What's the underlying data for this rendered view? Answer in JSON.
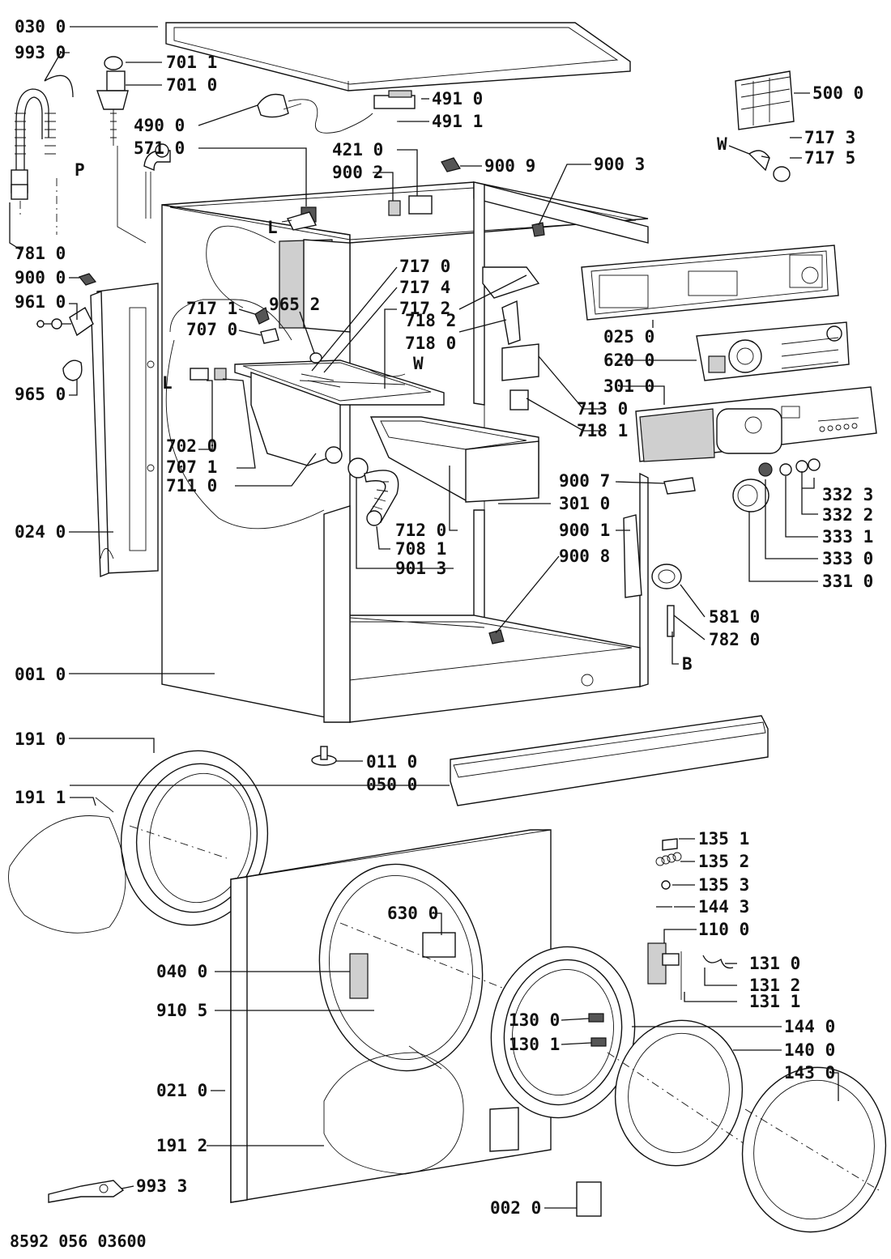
{
  "document_code": "8592 056 03600",
  "part_labels": {
    "p030_0": "030 0",
    "p993_0": "993 0",
    "p701_1": "701 1",
    "p701_0": "701 0",
    "p491_0": "491 0",
    "p491_1": "491 1",
    "p490_0": "490 0",
    "p571_0": "571 0",
    "p421_0": "421 0",
    "p900_2": "900 2",
    "p900_9": "900 9",
    "p900_3": "900 3",
    "p500_0": "500 0",
    "p717_3": "717 3",
    "p717_5": "717 5",
    "p781_0": "781 0",
    "p900_0": "900 0",
    "p961_0": "961 0",
    "p965_0": "965 0",
    "p717_1": "717 1",
    "p707_0": "707 0",
    "p965_2": "965 2",
    "p717_0": "717 0",
    "p717_4": "717 4",
    "p717_2": "717 2",
    "p718_2": "718 2",
    "p718_0": "718 0",
    "p025_0": "025 0",
    "p620_0": "620 0",
    "p301_0a": "301 0",
    "p713_0": "713 0",
    "p718_1": "718 1",
    "p702_0": "702 0",
    "p707_1": "707 1",
    "p711_0": "711 0",
    "p900_7": "900 7",
    "p301_0b": "301 0",
    "p332_3": "332 3",
    "p332_2": "332 2",
    "p712_0": "712 0",
    "p333_1": "333 1",
    "p024_0": "024 0",
    "p708_1": "708 1",
    "p900_1": "900 1",
    "p333_0": "333 0",
    "p901_3": "901 3",
    "p900_8": "900 8",
    "p331_0": "331 0",
    "p581_0": "581 0",
    "p782_0": "782 0",
    "p001_0": "001 0",
    "p191_0": "191 0",
    "p011_0": "011 0",
    "p050_0": "050 0",
    "p191_1": "191 1",
    "p135_1": "135 1",
    "p135_2": "135 2",
    "p135_3": "135 3",
    "p144_3": "144 3",
    "p630_0": "630 0",
    "p110_0": "110 0",
    "p040_0": "040 0",
    "p131_0": "131 0",
    "p131_2": "131 2",
    "p131_1": "131 1",
    "p910_5": "910 5",
    "p130_0": "130 0",
    "p144_0": "144 0",
    "p130_1": "130 1",
    "p140_0": "140 0",
    "p143_0": "143 0",
    "p021_0": "021 0",
    "p191_2": "191 2",
    "p993_3": "993 3",
    "p002_0": "002 0"
  },
  "markers": {
    "P": "P",
    "L1": "L",
    "L2": "L",
    "W1": "W",
    "W2": "W",
    "B": "B"
  }
}
